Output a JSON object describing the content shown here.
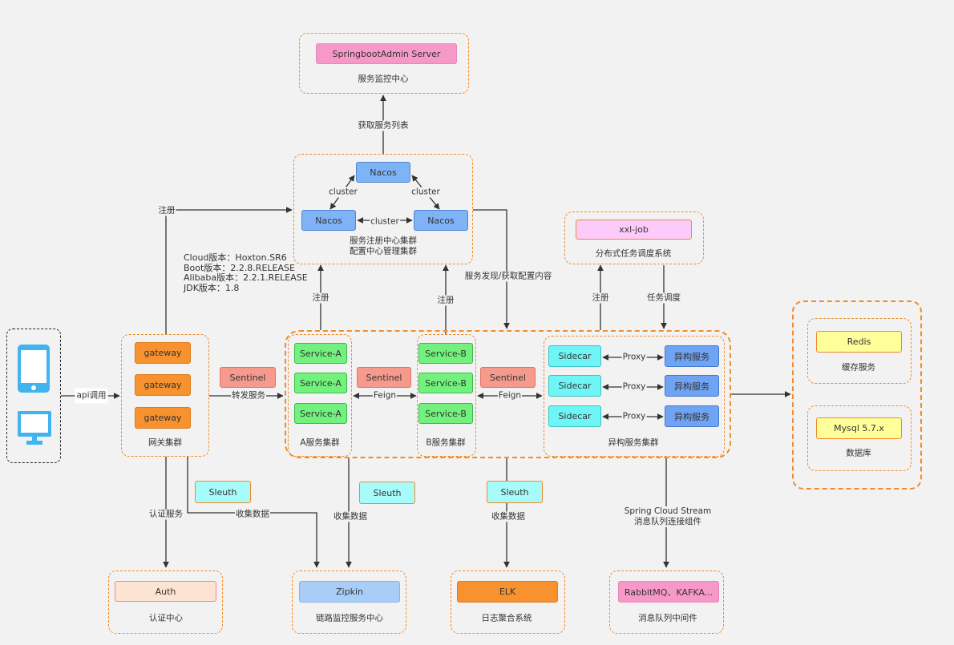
{
  "monitor": {
    "box": "SpringbootAdmin Server",
    "label": "服务监控中心"
  },
  "nacos": {
    "nodes": [
      "Nacos",
      "Nacos",
      "Nacos"
    ],
    "label_line1": "服务注册中心集群",
    "label_line2": "配置中心管理集群"
  },
  "versions": [
    "Cloud版本：Hoxton.SR6",
    "Boot版本：2.2.8.RELEASE",
    "Alibaba版本：2.2.1.RELEASE",
    "JDK版本：1.8"
  ],
  "client": {
    "icons": [
      "phone-icon",
      "monitor-icon"
    ]
  },
  "gateway": {
    "nodes": [
      "gateway",
      "gateway",
      "gateway"
    ],
    "label": "网关集群"
  },
  "sentinel": [
    "Sentinel",
    "Sentinel",
    "Sentinel"
  ],
  "service_a": {
    "nodes": [
      "Service-A",
      "Service-A",
      "Service-A"
    ],
    "label": "A服务集群"
  },
  "service_b": {
    "nodes": [
      "Service-B",
      "Service-B",
      "Service-B"
    ],
    "label": "B服务集群"
  },
  "hetero": {
    "sidecars": [
      "Sidecar",
      "Sidecar",
      "Sidecar"
    ],
    "services": [
      "异构服务",
      "异构服务",
      "异构服务"
    ],
    "label": "异构服务集群"
  },
  "xxljob": {
    "box": "xxl-job",
    "label": "分布式任务调度系统"
  },
  "storage": {
    "redis": "Redis",
    "redis_label": "缓存服务",
    "mysql": "Mysql 5.7.x",
    "mysql_label": "数据库"
  },
  "sleuth": [
    "Sleuth",
    "Sleuth",
    "Sleuth"
  ],
  "auth": {
    "box": "Auth",
    "label": "认证中心"
  },
  "zipkin": {
    "box": "Zipkin",
    "label": "链路监控服务中心"
  },
  "elk": {
    "box": "ELK",
    "label": "日志聚合系统"
  },
  "mq": {
    "box": "RabbitMQ、KAFKA...",
    "label": "消息队列中间件"
  },
  "edges": {
    "get_service_list": "获取服务列表",
    "register_gateway": "注册",
    "register_a": "注册",
    "register_b": "注册",
    "register_hetero": "注册",
    "discovery": "服务发现/获取配置内容",
    "task_schedule": "任务调度",
    "api_call": "api调用",
    "forward": "转发服务",
    "feign_ab": "Feign",
    "feign_bh": "Feign",
    "cluster": [
      "cluster",
      "cluster",
      "cluster"
    ],
    "proxy": [
      "Proxy",
      "Proxy",
      "Proxy"
    ],
    "auth_service": "认证服务",
    "collect": [
      "收集数据",
      "收集数据",
      "收集数据"
    ],
    "stream_line1": "Spring Cloud Stream",
    "stream_line2": "消息队列连接组件"
  },
  "colors": {
    "group_border": "#f28c28",
    "gateway": "#f7922e",
    "service": "#72f27d",
    "sentinel": "#f69a8e",
    "nacos": "#7eb4f5",
    "sidecar": "#6ff5f5",
    "hetero_service": "#6fa3f3",
    "client_icon": "#41b3ee"
  }
}
